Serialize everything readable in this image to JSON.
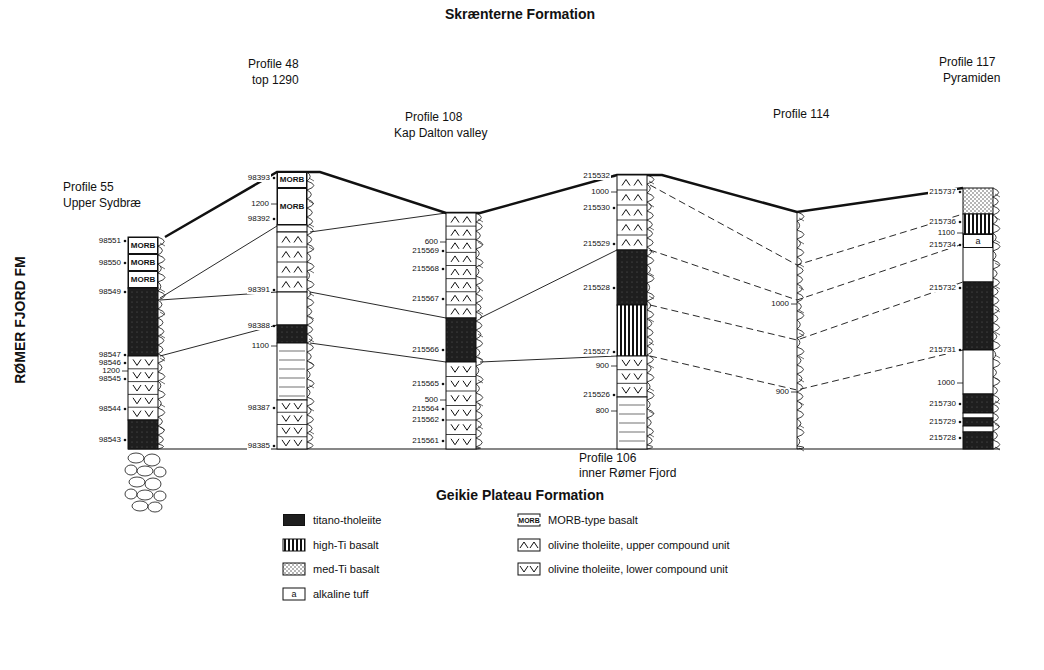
{
  "diagram": {
    "nodes": [
      {
        "text": [
          "MORB"
        ]
      },
      {
        "text": [
          "MORB"
        ]
      },
      {
        "text": [
          "MORB"
        ]
      },
      {
        "text": [
          "MORB"
        ]
      },
      {
        "text": [
          "MORB"
        ]
      },
      {
        "text": [
          "a"
        ]
      }
    ],
    "labels": [
      "Skrænterne Formation",
      "RØMER FJORD FM",
      "Profile 55",
      "Upper Sydbræ",
      "Profile 48",
      "top 1290",
      "Profile 108",
      "Kap Dalton valley",
      "Profile 114",
      "Profile 117",
      "Pyramiden",
      "Profile 106",
      "inner Rømer Fjord",
      "Geikie Plateau Formation",
      "MORB",
      "a",
      "98551",
      "98550",
      "98549",
      "98547",
      "98546",
      "1200",
      "98545",
      "98544",
      "98543",
      "98393",
      "1200",
      "98392",
      "98391",
      "98388",
      "1100",
      "98387",
      "98385",
      "600",
      "215569",
      "215568",
      "215567",
      "215566",
      "215565",
      "500",
      "215564",
      "215562",
      "215561",
      "215532",
      "1000",
      "215530",
      "215529",
      "215528",
      "215527",
      "900",
      "215526",
      "800",
      "1000",
      "900",
      "215737",
      "215736",
      "1100",
      "215734",
      "215732",
      "215731",
      "1000",
      "215730",
      "215729",
      "215728"
    ],
    "legend": [
      {
        "text": "titano-tholeiite",
        "color": "#1e1e1e"
      },
      {
        "text": "high-Ti basalt"
      },
      {
        "text": "med-Ti basalt"
      },
      {
        "text": "alkaline tuff"
      },
      {
        "text": "MORB-type basalt"
      },
      {
        "text": "olivine tholeiite, upper compound unit"
      },
      {
        "text": "olivine tholeiite, lower compound unit"
      }
    ]
  }
}
